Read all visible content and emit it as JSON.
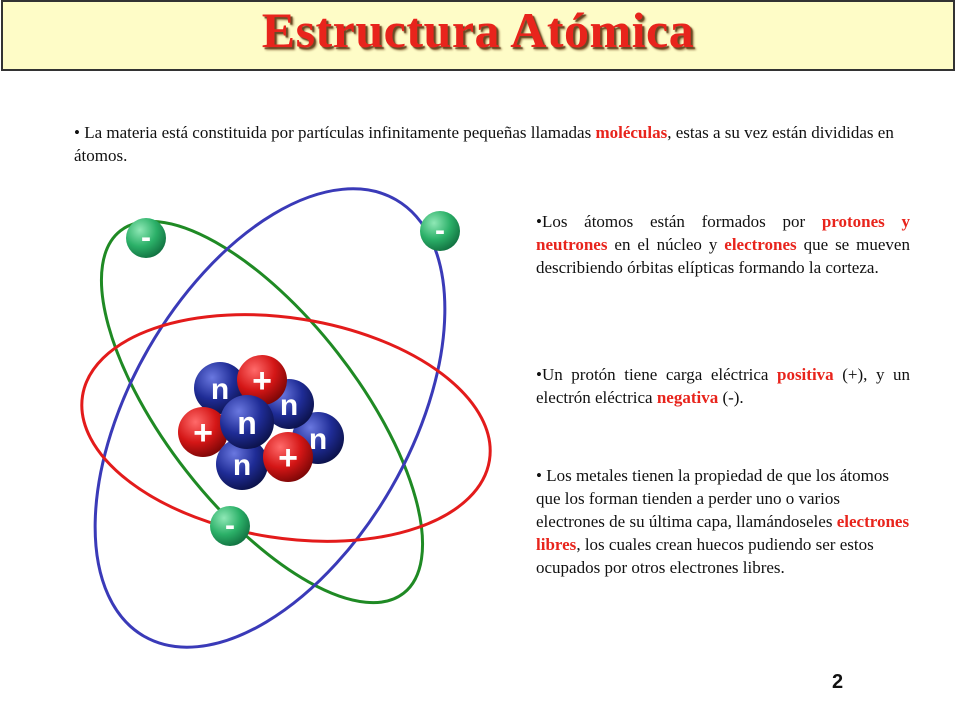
{
  "title": "Estructura Atómica",
  "paragraphs": {
    "p1": {
      "bullet": "•",
      "t1": " La materia está constituida por partículas infinitamente pequeñas llamadas ",
      "h1": "moléculas",
      "t2": ", estas a su vez están divididas en átomos."
    },
    "p2": {
      "bullet": "•",
      "t1": "Los átomos están formados por ",
      "h1": "protones y neutrones",
      "t2": " en el núcleo y ",
      "h2": "electrones",
      "t3": " que se mueven describiendo órbitas elípticas formando la corteza."
    },
    "p3": {
      "bullet": "•",
      "t1": "Un protón tiene carga eléctrica ",
      "h1": "positiva",
      "t2": " (+), y un electrón eléctrica ",
      "h2": "negativa",
      "t3": " (-)."
    },
    "p4": {
      "bullet": "•",
      "t1": " Los metales tienen la propiedad de que los átomos que los forman tienden a perder uno o varios electrones de su última capa, llamándoseles ",
      "h1": "electrones libres",
      "t2": ", los cuales crean huecos pudiendo ser estos ocupados por otros electrones libres."
    }
  },
  "diagram": {
    "electron_symbol": "-",
    "proton_symbol": "+",
    "neutron_symbol": "n",
    "colors": {
      "orbit_blue": "#3a3ab8",
      "orbit_green": "#1f8a24",
      "orbit_red": "#e31b1b",
      "electron": "#2bb068",
      "proton": "#cc1414",
      "neutron": "#1e2a8c",
      "highlight": "#e8241c",
      "banner": "#fefcc7"
    }
  },
  "page_number": "2"
}
